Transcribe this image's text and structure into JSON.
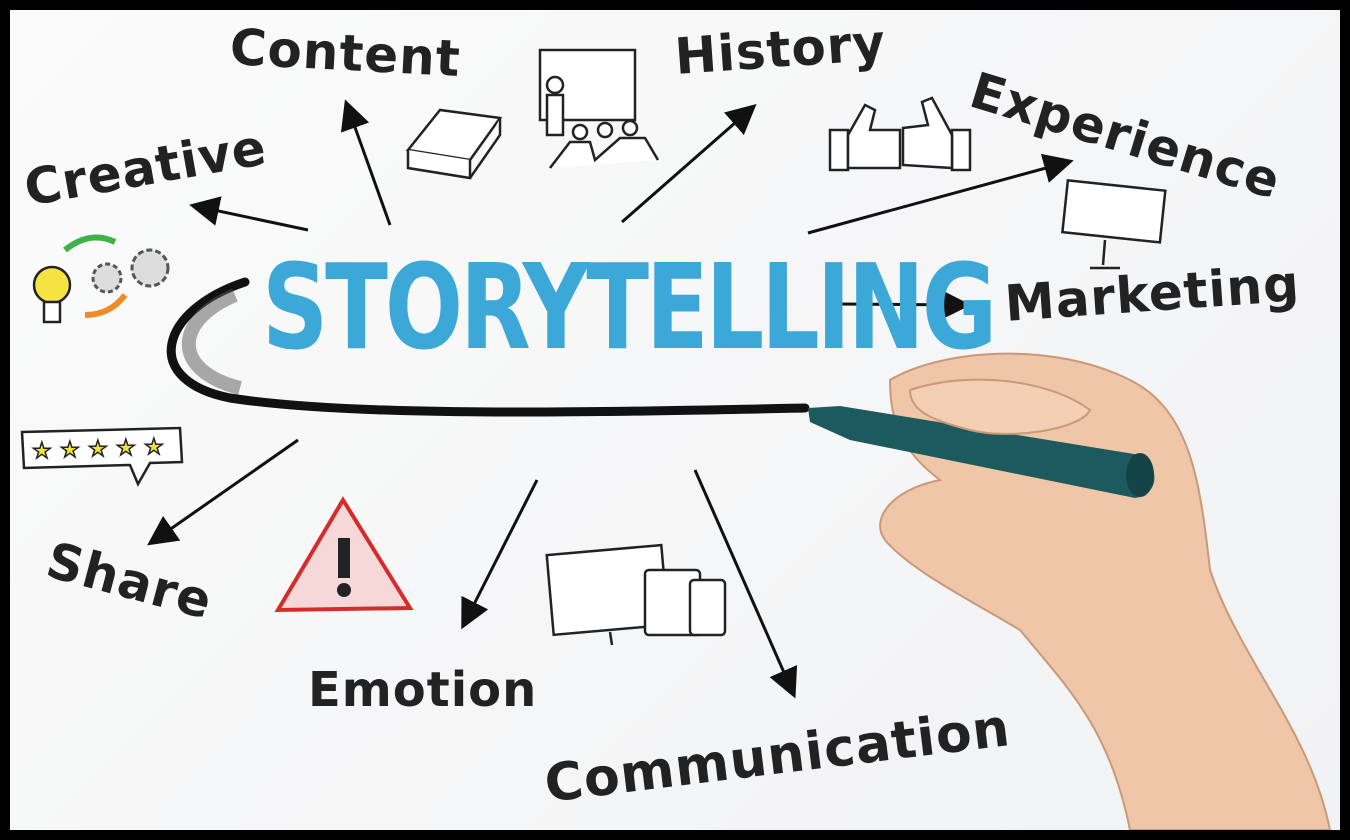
{
  "title": "STORYTELLING",
  "concepts": [
    "Content",
    "History",
    "Experience",
    "Creative",
    "Marketing",
    "Share",
    "Emotion",
    "Communication"
  ],
  "icons": [
    "book-icon",
    "presentation-icon",
    "thumbs-up-icon",
    "billboard-icon",
    "lightbulb-gears-icon",
    "rating-stars-icon",
    "warning-icon",
    "devices-icon"
  ],
  "colors": {
    "title": "#3ba8d8",
    "text": "#222222",
    "marker": "#1d5a5e",
    "warning": "#d62b2b",
    "star": "#f3e23a"
  }
}
